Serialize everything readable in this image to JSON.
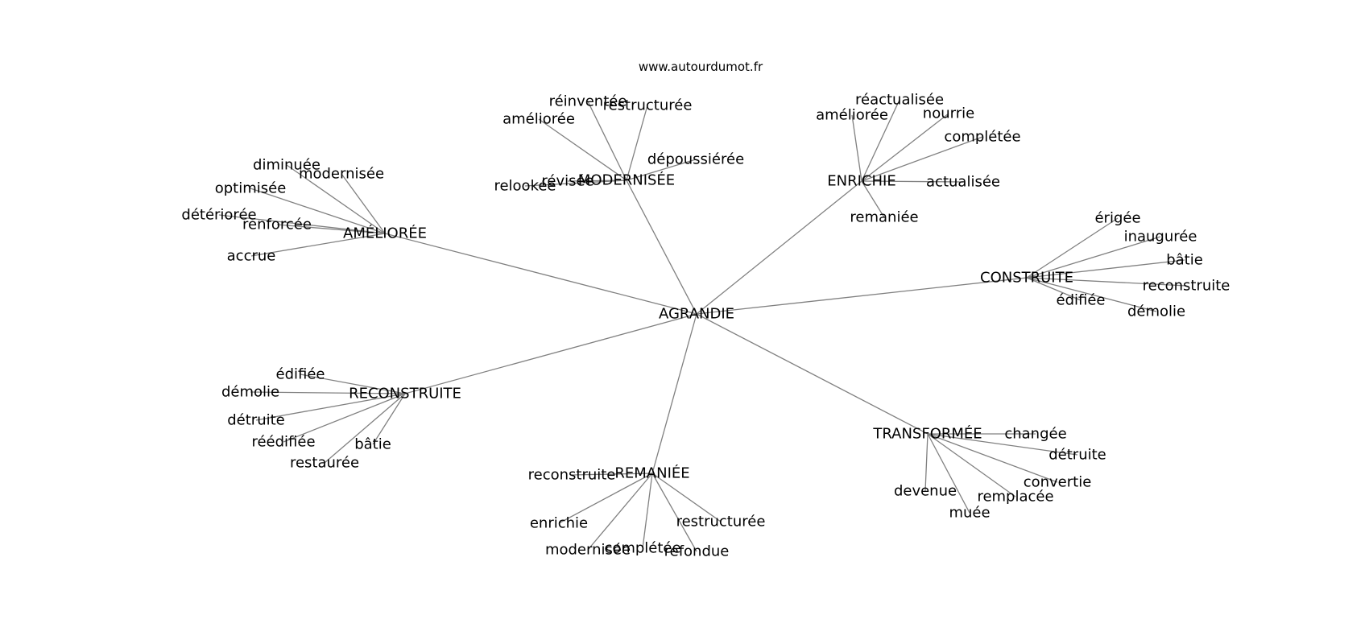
{
  "source": "www.autourdumot.fr",
  "center": "AGRANDIE",
  "branches": [
    {
      "label": "MODERNISÉE",
      "children": [
        "réinventée",
        "restructurée",
        "améliorée",
        "dépoussiérée",
        "révisée",
        "relookée"
      ]
    },
    {
      "label": "ENRICHIE",
      "children": [
        "réactualisée",
        "améliorée",
        "nourrie",
        "complétée",
        "actualisée",
        "remaniée"
      ]
    },
    {
      "label": "AMÉLIORÉE",
      "children": [
        "diminuée",
        "modernisée",
        "optimisée",
        "détériorée",
        "renforcée",
        "accrue"
      ]
    },
    {
      "label": "CONSTRUITE",
      "children": [
        "érigée",
        "inaugurée",
        "bâtie",
        "reconstruite",
        "édifiée",
        "démolie"
      ]
    },
    {
      "label": "RECONSTRUITE",
      "children": [
        "édifiée",
        "démolie",
        "détruite",
        "réédifiée",
        "bâtie",
        "restaurée"
      ]
    },
    {
      "label": "TRANSFORMÉE",
      "children": [
        "changée",
        "détruite",
        "convertie",
        "devenue",
        "remplacée",
        "muée"
      ]
    },
    {
      "label": "REMANIÉE",
      "children": [
        "reconstruite",
        "enrichie",
        "restructurée",
        "modernisée",
        "complétée",
        "refondue"
      ]
    }
  ]
}
